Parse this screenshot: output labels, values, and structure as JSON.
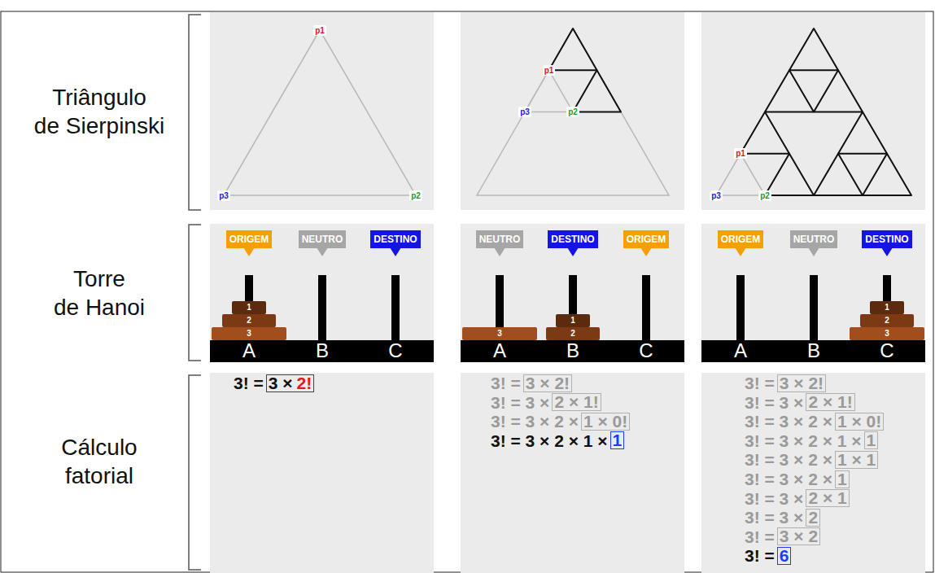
{
  "diagram": {
    "nodes": [
      {
        "text": [
          "ORIGEM"
        ]
      },
      {
        "text": [
          "NEUTRO"
        ]
      },
      {
        "text": [
          "DESTINO"
        ]
      },
      {
        "text": [
          "1"
        ]
      },
      {
        "text": [
          "2"
        ]
      },
      {
        "text": [
          "3"
        ]
      },
      {
        "text": [
          "NEUTRO"
        ]
      },
      {
        "text": [
          "DESTINO"
        ]
      },
      {
        "text": [
          "ORIGEM"
        ]
      },
      {
        "text": [
          "1"
        ]
      },
      {
        "text": [
          "2"
        ]
      },
      {
        "text": [
          "3"
        ]
      },
      {
        "text": [
          "ORIGEM"
        ]
      },
      {
        "text": [
          "NEUTRO"
        ]
      },
      {
        "text": [
          "DESTINO"
        ]
      },
      {
        "text": [
          "1"
        ]
      },
      {
        "text": [
          "2"
        ]
      },
      {
        "text": [
          "3"
        ]
      },
      {
        "text": [
          "3 ×",
          "2!"
        ]
      },
      {
        "text": [
          "3 × 2!"
        ]
      },
      {
        "text": [
          "2 × 1!"
        ]
      },
      {
        "text": [
          "1 × 0!"
        ]
      },
      {
        "text": [
          "1"
        ]
      },
      {
        "text": [
          "3 × 2!"
        ]
      },
      {
        "text": [
          "2 × 1!"
        ]
      },
      {
        "text": [
          "1 × 0!"
        ]
      },
      {
        "text": [
          "1"
        ]
      },
      {
        "text": [
          "1 × 1"
        ]
      },
      {
        "text": [
          "1"
        ]
      },
      {
        "text": [
          "2 × 1"
        ]
      },
      {
        "text": [
          "2"
        ]
      },
      {
        "text": [
          "3 × 2"
        ]
      },
      {
        "text": [
          "6"
        ]
      }
    ],
    "labels": [
      "Triângulo de Sierpinski",
      "p1",
      "p3",
      "p2",
      "p1",
      "p3",
      "p2",
      "p1",
      "p3",
      "p2",
      "Torre de Hanoi",
      "A",
      "B",
      "C",
      "A",
      "B",
      "C",
      "A",
      "B",
      "C",
      "Cálculo fatorial",
      "3! =",
      "3! =",
      "3! = 3 ×",
      "3! = 3 × 2 ×",
      "3! = 3 × 2 × 1 ×",
      "3! =",
      "3! = 3 ×",
      "3! = 3 × 2 ×",
      "3! = 3 × 2 × 1 ×",
      "3! = 3 × 2 ×",
      "3! = 3 × 2 ×",
      "3! = 3 ×",
      "3! = 3 ×",
      "3! =",
      "3! ="
    ]
  }
}
